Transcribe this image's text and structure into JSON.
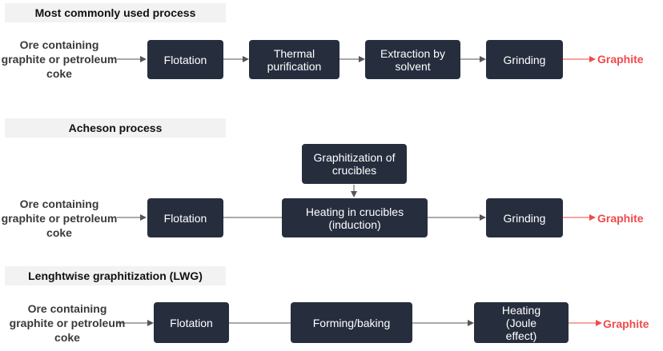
{
  "sections": [
    {
      "title": "Most commonly used process",
      "source": "Ore containing graphite or petroleum coke",
      "steps": [
        "Flotation",
        "Thermal purification",
        "Extraction by solvent",
        "Grinding"
      ],
      "output": "Graphite"
    },
    {
      "title": "Acheson process",
      "source": "Ore containing graphite or petroleum coke",
      "steps": [
        "Flotation",
        "Heating in crucibles (induction)",
        "Grinding"
      ],
      "side_input": "Graphitization of crucibles",
      "output": "Graphite"
    },
    {
      "title": "Lenghtwise graphitization (LWG)",
      "source": "Ore containing graphite or petroleum coke",
      "steps": [
        "Flotation",
        "Forming/baking",
        "Heating (Joule effect)"
      ],
      "output": "Graphite"
    }
  ],
  "colors": {
    "box": "#262e3e",
    "box_text": "#ffffff",
    "label_bg": "#f2f2f2",
    "output": "#f04a4a",
    "connector": "#555555"
  }
}
